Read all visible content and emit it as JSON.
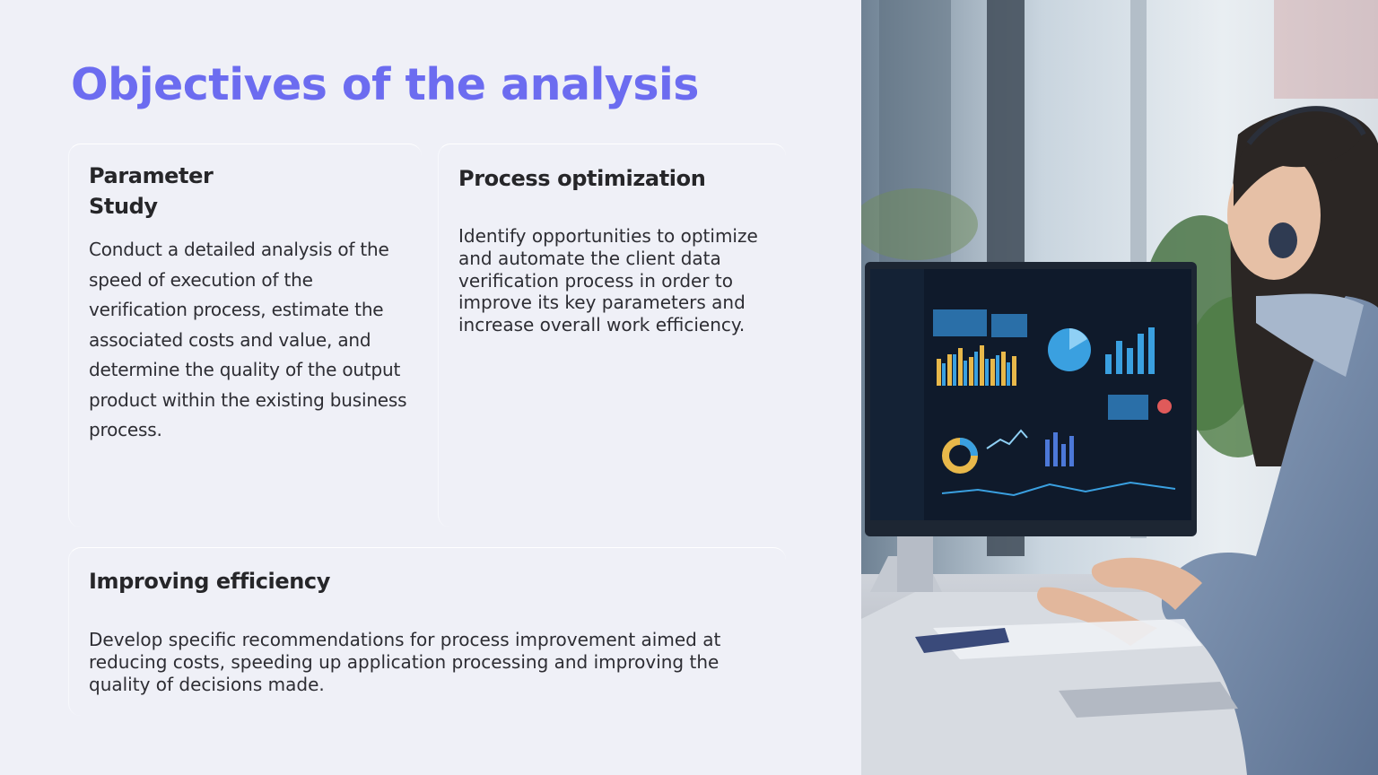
{
  "slide": {
    "title": "Objectives of the analysis"
  },
  "cards": [
    {
      "title_line1": "Parameter",
      "title_line2": "Study",
      "text": "Conduct a detailed analysis of the speed of execution of the verification process, estimate the associated costs and value, and determine the quality of the output product within the existing business process."
    },
    {
      "title": "Process optimization",
      "text": "Identify opportunities to optimize and automate the client data verification process in order to improve its key parameters and increase overall work efficiency."
    },
    {
      "title": "Improving efficiency",
      "text": "Develop specific recommendations for process improvement aimed at reducing costs, speeding up application processing and improving the quality of decisions made."
    }
  ],
  "colors": {
    "background": "#eff0f7",
    "title_accent": "#6c6cf0",
    "text": "#2d2d33"
  },
  "photo": {
    "subject": "woman-with-headset-at-computer-dashboard-illustration"
  }
}
